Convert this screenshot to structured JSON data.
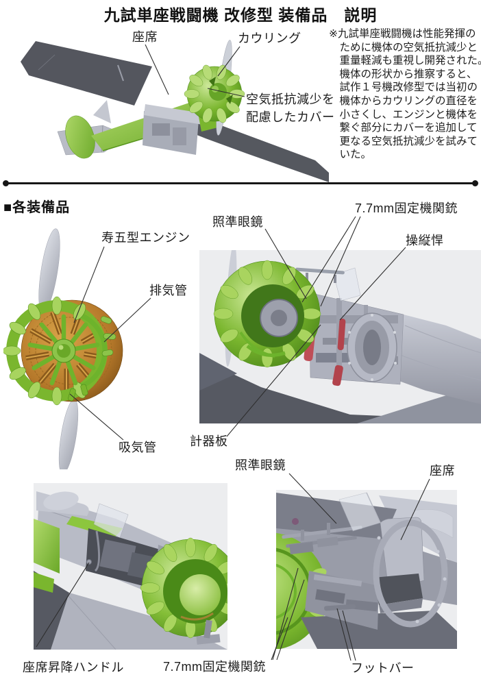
{
  "page": {
    "title": "九試単座戦闘機 改修型 装備品　説明",
    "note": "※九試単座戦闘機は性能発揮の\nために機体の空気抵抗減少と\n重量軽減も重視し開発された。\n機体の形状から推察すると、\n試作１号機改修型では当初の\n機体からカウリングの直径を\n小さくし、エンジンと機体を\n繋ぐ部分にカバーを追加して\n更なる空気抵抗減少を試みて\nいた。"
  },
  "overview": {
    "labels": {
      "seat": "座席",
      "cowling": "カウリング",
      "cover": "空気抵抗減少を\n配慮したカバー"
    }
  },
  "equipment": {
    "heading": "■各装備品",
    "engine_view": {
      "engine": "寿五型エンジン",
      "exhaust_pipe": "排気管",
      "intake_pipe": "吸気管"
    },
    "nose_view": {
      "gunsight": "照準眼鏡",
      "machine_gun": "7.7mm固定機関銃",
      "control_stick": "操縦悍",
      "instrument_panel": "計器板"
    },
    "rear_view": {
      "seat_handle": "座席昇降ハンドル",
      "machine_gun": "7.7mm固定機関銃"
    },
    "cockpit_view": {
      "gunsight": "照準眼鏡",
      "seat": "座席",
      "foot_bar": "フットバー"
    }
  },
  "colors": {
    "green": "#8CC63E",
    "green_dark": "#4E8C1B",
    "copper": "#C08230",
    "airframe_gray": "#B6B9C4",
    "dark_gray": "#55585F",
    "red": "#C04F58",
    "panel_bg": "#ECEDEF",
    "text": "#1C1C1C"
  }
}
